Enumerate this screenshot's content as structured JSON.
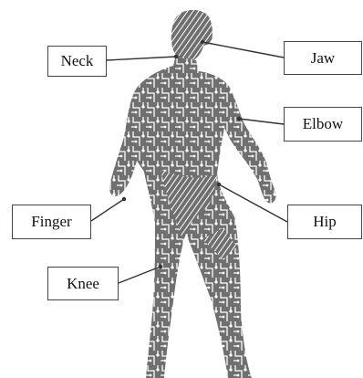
{
  "labels": {
    "neck": "Neck",
    "jaw": "Jaw",
    "elbow": "Elbow",
    "finger": "Finger",
    "hip": "Hip",
    "knee": "Knee"
  },
  "colors": {
    "body_fill": "#6f6f6f",
    "circuit_lines": "#ffffff",
    "leader_lines": "#333333",
    "box_border": "#444444"
  }
}
